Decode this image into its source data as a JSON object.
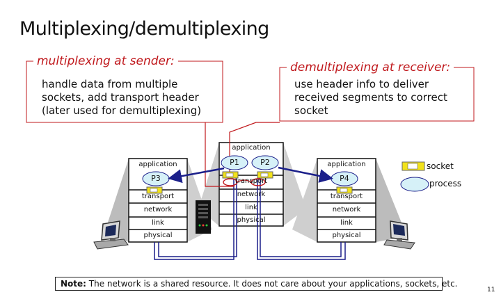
{
  "slide": {
    "title": "Multiplexing/demultiplexing",
    "page_number": "11"
  },
  "mux_callout": {
    "heading": "multiplexing at sender:",
    "lines": [
      "handle data from multiple",
      "sockets, add transport header",
      "(later used for demultiplexing)"
    ]
  },
  "demux_callout": {
    "heading": "demultiplexing at receiver:",
    "lines": [
      "use header info to deliver",
      "received segments to correct",
      "socket"
    ]
  },
  "layers": {
    "application": "application",
    "transport": "transport",
    "network": "network",
    "link": "link",
    "physical": "physical"
  },
  "processes": {
    "p1": "P1",
    "p2": "P2",
    "p3": "P3",
    "p4": "P4"
  },
  "legend": {
    "socket": "socket",
    "process": "process"
  },
  "note": {
    "bold": "Note:",
    "text": " The network is a shared resource. It does not care about your applications, sockets, etc."
  },
  "colors": {
    "accent_red": "#c0181c",
    "process_fill": "#d6f1f8",
    "socket_fill": "#f2e21b",
    "path_blue": "#1b1f8a",
    "stack_shadow": "#bcbcbc"
  }
}
